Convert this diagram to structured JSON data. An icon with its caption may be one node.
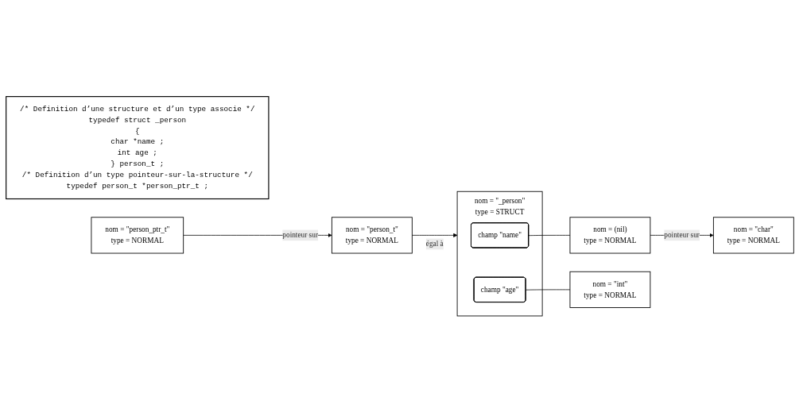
{
  "diagram": {
    "nodes": [
      {
        "text": [
          "/* Definition d’une structure et d’un type associe */",
          "typedef struct _person",
          "{",
          "char *name ;",
          "int age ;",
          "} person_t ;",
          "/* Definition d’un type pointeur-sur-la-structure */",
          "typedef person_t *person_ptr_t ;"
        ]
      },
      {
        "text": [
          "nom = \"person_ptr_t\"",
          "type = NORMAL"
        ]
      },
      {
        "text": [
          "nom = \"person_t\"",
          "type = NORMAL"
        ]
      },
      {
        "text": [
          "nom = \"_person\"",
          "type = STRUCT"
        ]
      },
      {
        "text": [
          "champ \"name\""
        ],
        "in": 3
      },
      {
        "text": [
          "champ \"age\""
        ],
        "in": 3
      },
      {
        "text": [
          "nom = \"char\"",
          "type = NORMAL"
        ]
      },
      {
        "text": [
          "nom = (nil)",
          "type = NORMAL"
        ]
      },
      {
        "text": [
          "nom = \"int\"",
          "type = NORMAL"
        ]
      }
    ],
    "edges": [
      {
        "from": 1,
        "to": 2,
        "label": "pointeur sur",
        "arrow": "to"
      },
      {
        "from": 2,
        "to": 3,
        "label": "égal à",
        "arrow": "to"
      },
      {
        "from": 4,
        "to": 7,
        "arrow": "none"
      },
      {
        "from": 7,
        "to": 6,
        "label": "pointeur sur",
        "arrow": "to"
      },
      {
        "from": 5,
        "to": 8,
        "arrow": "none"
      }
    ]
  }
}
